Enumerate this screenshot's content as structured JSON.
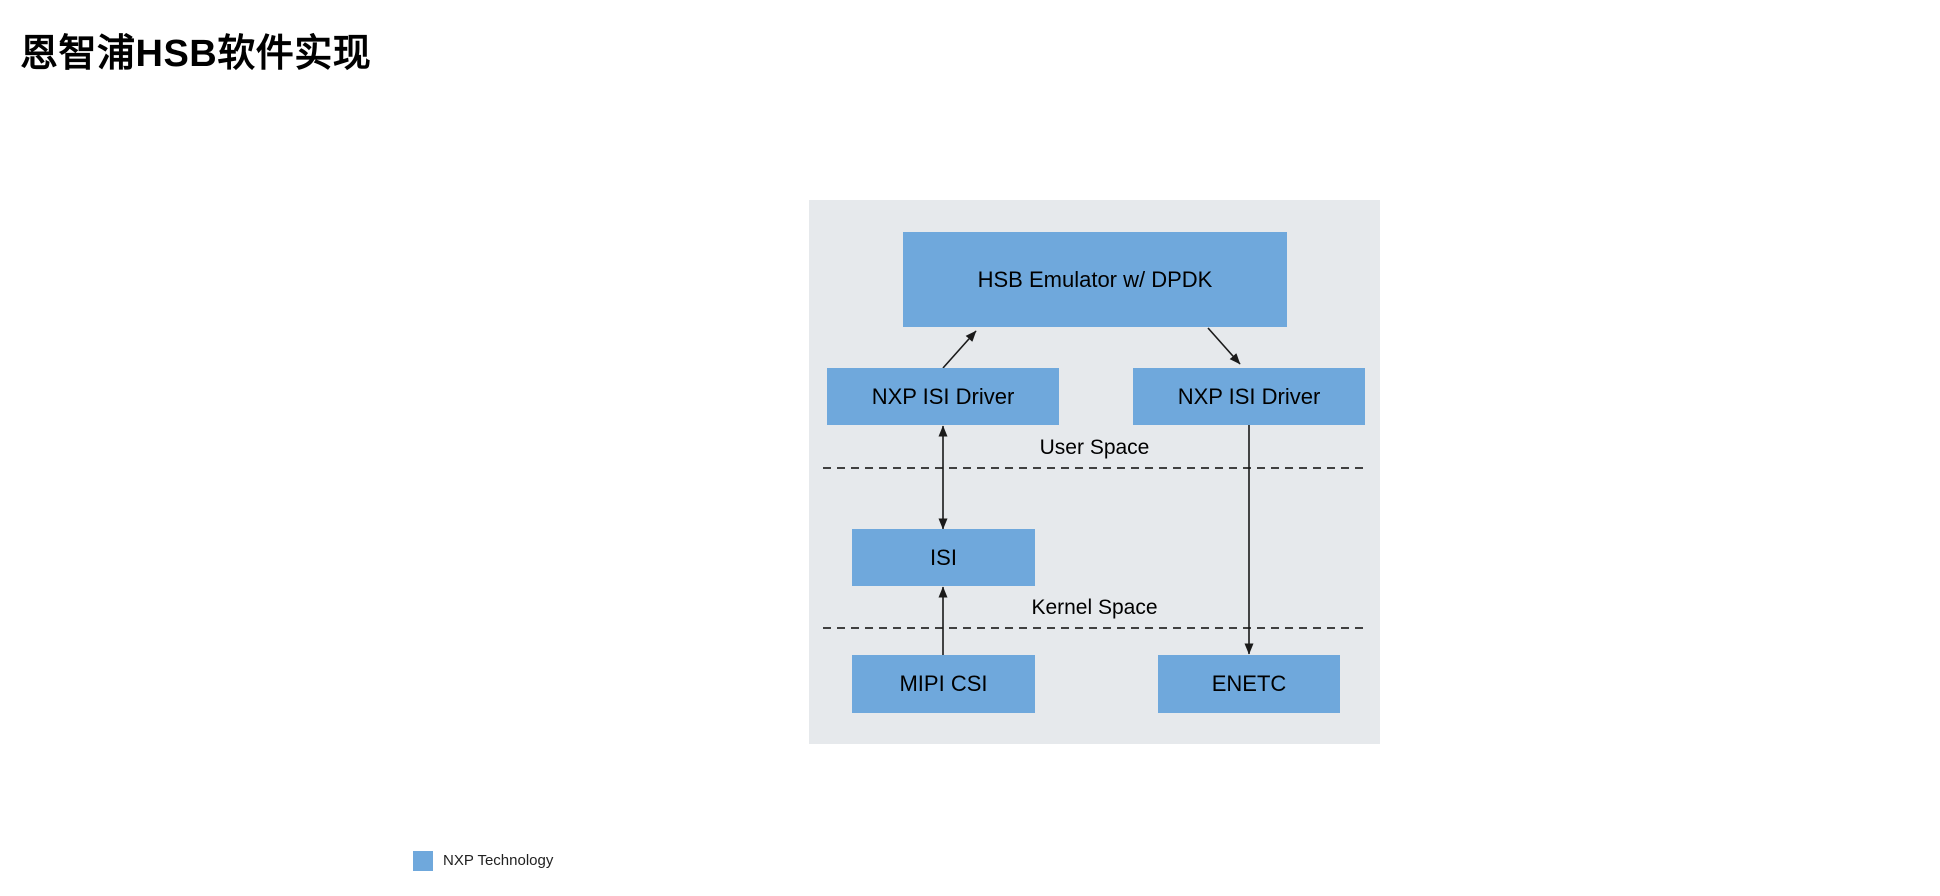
{
  "title": "恩智浦HSB软件实现",
  "colors": {
    "node_fill": "#6FA8DC",
    "panel_bg": "#E6E9EC",
    "arrow": "#1a1a1a",
    "dashed_line": "#404040"
  },
  "diagram": {
    "nodes": {
      "hsb_emulator": {
        "label": "HSB Emulator w/ DPDK"
      },
      "isi_driver_left": {
        "label": "NXP ISI Driver"
      },
      "isi_driver_right": {
        "label": "NXP ISI Driver"
      },
      "isi": {
        "label": "ISI"
      },
      "mipi_csi": {
        "label": "MIPI CSI"
      },
      "enetc": {
        "label": "ENETC"
      }
    },
    "separators": {
      "user_space": {
        "label": "User Space"
      },
      "kernel_space": {
        "label": "Kernel Space"
      }
    },
    "connections": [
      {
        "from": "isi_driver_left",
        "to": "hsb_emulator",
        "direction": "up"
      },
      {
        "from": "hsb_emulator",
        "to": "isi_driver_right",
        "direction": "down"
      },
      {
        "from": "isi_driver_left",
        "to": "isi",
        "direction": "both"
      },
      {
        "from": "mipi_csi",
        "to": "isi",
        "direction": "up"
      },
      {
        "from": "isi_driver_right",
        "to": "enetc",
        "direction": "down"
      }
    ]
  },
  "legend": {
    "items": [
      {
        "label": "NXP Technology",
        "color": "#6FA8DC"
      }
    ]
  }
}
